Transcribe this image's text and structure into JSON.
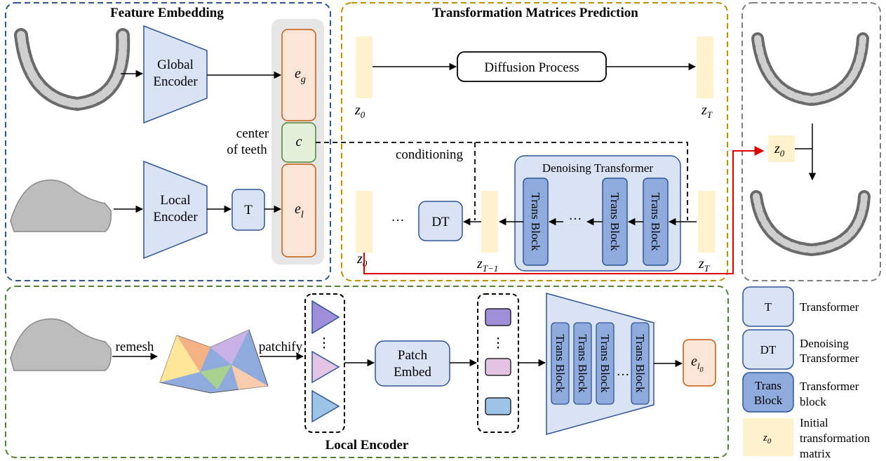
{
  "titles": {
    "feature_embedding": "Feature Embedding",
    "transformation_prediction": "Transformation Matrices Prediction",
    "local_encoder": "Local Encoder"
  },
  "feature": {
    "global_encoder": [
      "Global",
      "Encoder"
    ],
    "local_encoder": [
      "Local",
      "Encoder"
    ],
    "t_box": "T",
    "e_g": "e",
    "e_g_sub": "g",
    "c": "c",
    "e_l": "e",
    "e_l_sub": "l",
    "center_label": [
      "center",
      "of teeth"
    ]
  },
  "prediction": {
    "z0": "z",
    "z0_sub": "0",
    "zT": "z",
    "zT_sub": "T",
    "zT1_sub": "T−1",
    "diffusion": "Diffusion Process",
    "conditioning": "conditioning",
    "denoising_transformer": "Denoising Transformer",
    "dt": "DT",
    "ellipsis": "···",
    "trans_block": "Trans Block"
  },
  "local": {
    "remesh": "remesh",
    "patchify": "patchify",
    "patch_embed": [
      "Patch",
      "Embed"
    ],
    "trans_block": "Trans Block",
    "ellipsis": "···",
    "vdots": "⋮",
    "out": "e",
    "out_sub": "l",
    "out_subsub": "0"
  },
  "legend": [
    {
      "symbol": "T",
      "desc": [
        "Transformer"
      ]
    },
    {
      "symbol": "DT",
      "desc": [
        "Denoising",
        "Transformer"
      ]
    },
    {
      "symbol": "Trans Block",
      "desc": [
        "Transformer",
        "block"
      ]
    },
    {
      "symbol": "z0",
      "desc": [
        "Initial",
        "transformation",
        "matrix"
      ]
    }
  ],
  "colors": {
    "blue_fill": "#dae3f3",
    "blue_stroke": "#2f5597",
    "orange_fill": "#fbe5d6",
    "orange_stroke": "#c55a11",
    "green_fill": "#e2f0d9",
    "green_stroke": "#548235",
    "latent_fill": "#fff2cc",
    "red_line": "#e00000"
  }
}
